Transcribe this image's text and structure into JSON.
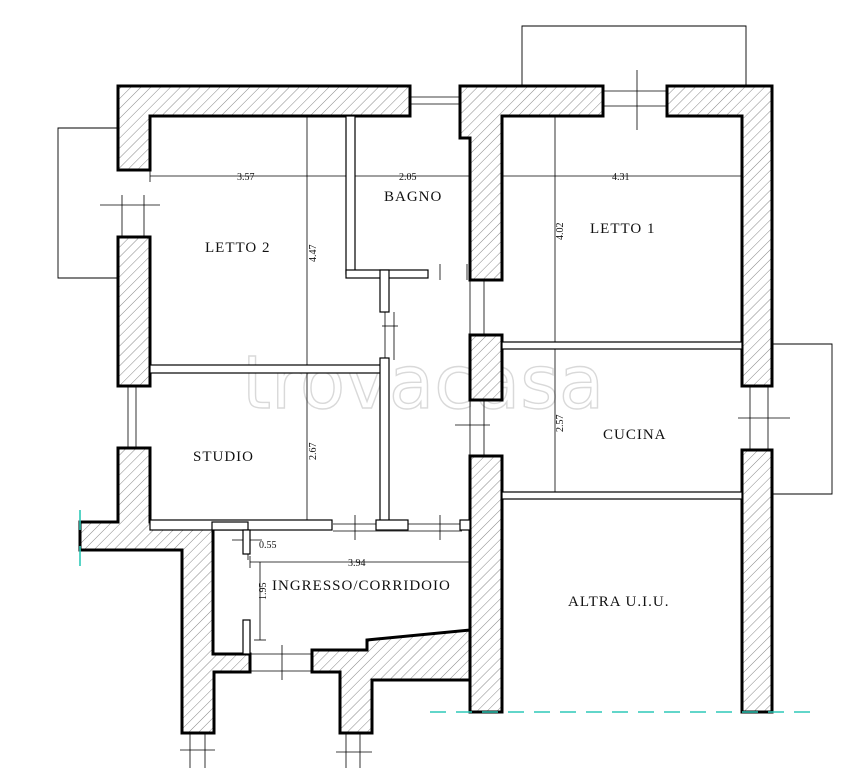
{
  "watermark": "trovacasa",
  "rooms": {
    "letto2": "LETTO 2",
    "bagno": "BAGNO",
    "letto1": "LETTO 1",
    "studio": "STUDIO",
    "cucina": "CUCINA",
    "ingresso": "INGRESSO/CORRIDOIO",
    "altra": "ALTRA U.I.U."
  },
  "dimensions": {
    "letto2_width": "3.57",
    "letto2_depth": "4.47",
    "bagno_width": "2.05",
    "letto1_width": "4.31",
    "letto1_depth": "4.02",
    "studio_depth": "2.67",
    "cucina_depth": "2.57",
    "ingresso_step": "0.55",
    "ingresso_width": "3.94",
    "ingresso_depth": "1.95"
  }
}
